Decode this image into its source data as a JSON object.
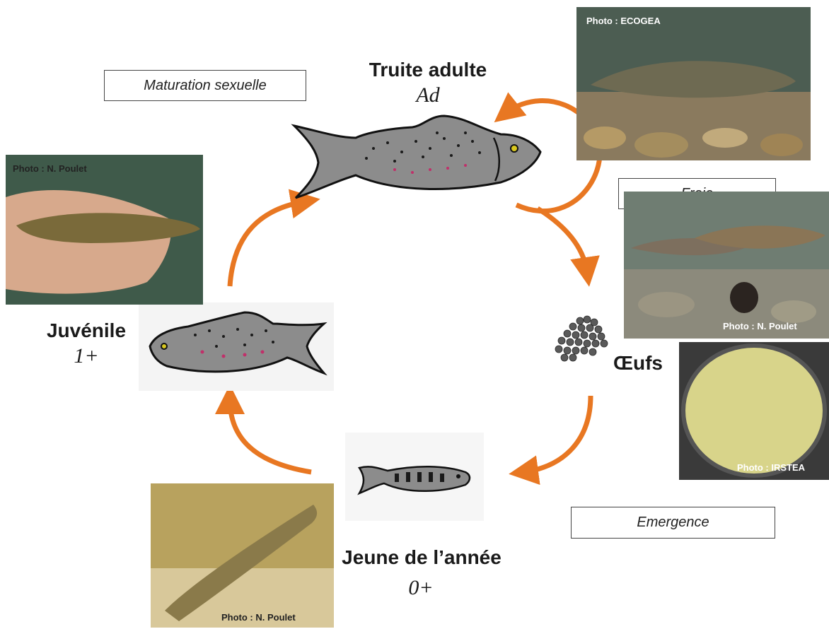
{
  "stages": {
    "adult": {
      "label": "Truite adulte",
      "code": "Ad"
    },
    "eggs": {
      "label": "Œufs"
    },
    "young_of_year": {
      "label": "Jeune de l’année",
      "code": "0+"
    },
    "juvenile": {
      "label": "Juvénile",
      "code": "1+"
    }
  },
  "phases": {
    "maturation": "Maturation sexuelle",
    "spawning": "Fraie",
    "emergence": "Emergence"
  },
  "photos": {
    "adult": {
      "credit": "Photo : ECOGEA"
    },
    "juvenile": {
      "credit": "Photo : N. Poulet"
    },
    "spawning": {
      "credit": "Photo : N. Poulet"
    },
    "eggs": {
      "credit": "Photo : IRSTEA"
    },
    "young_of_year": {
      "credit": "Photo : N. Poulet"
    }
  },
  "colors": {
    "arrow": "#e87722",
    "fish_body": "#8c8c8c",
    "fish_spots": "#1a1a1a",
    "fish_red_spots": "#c0306a"
  }
}
